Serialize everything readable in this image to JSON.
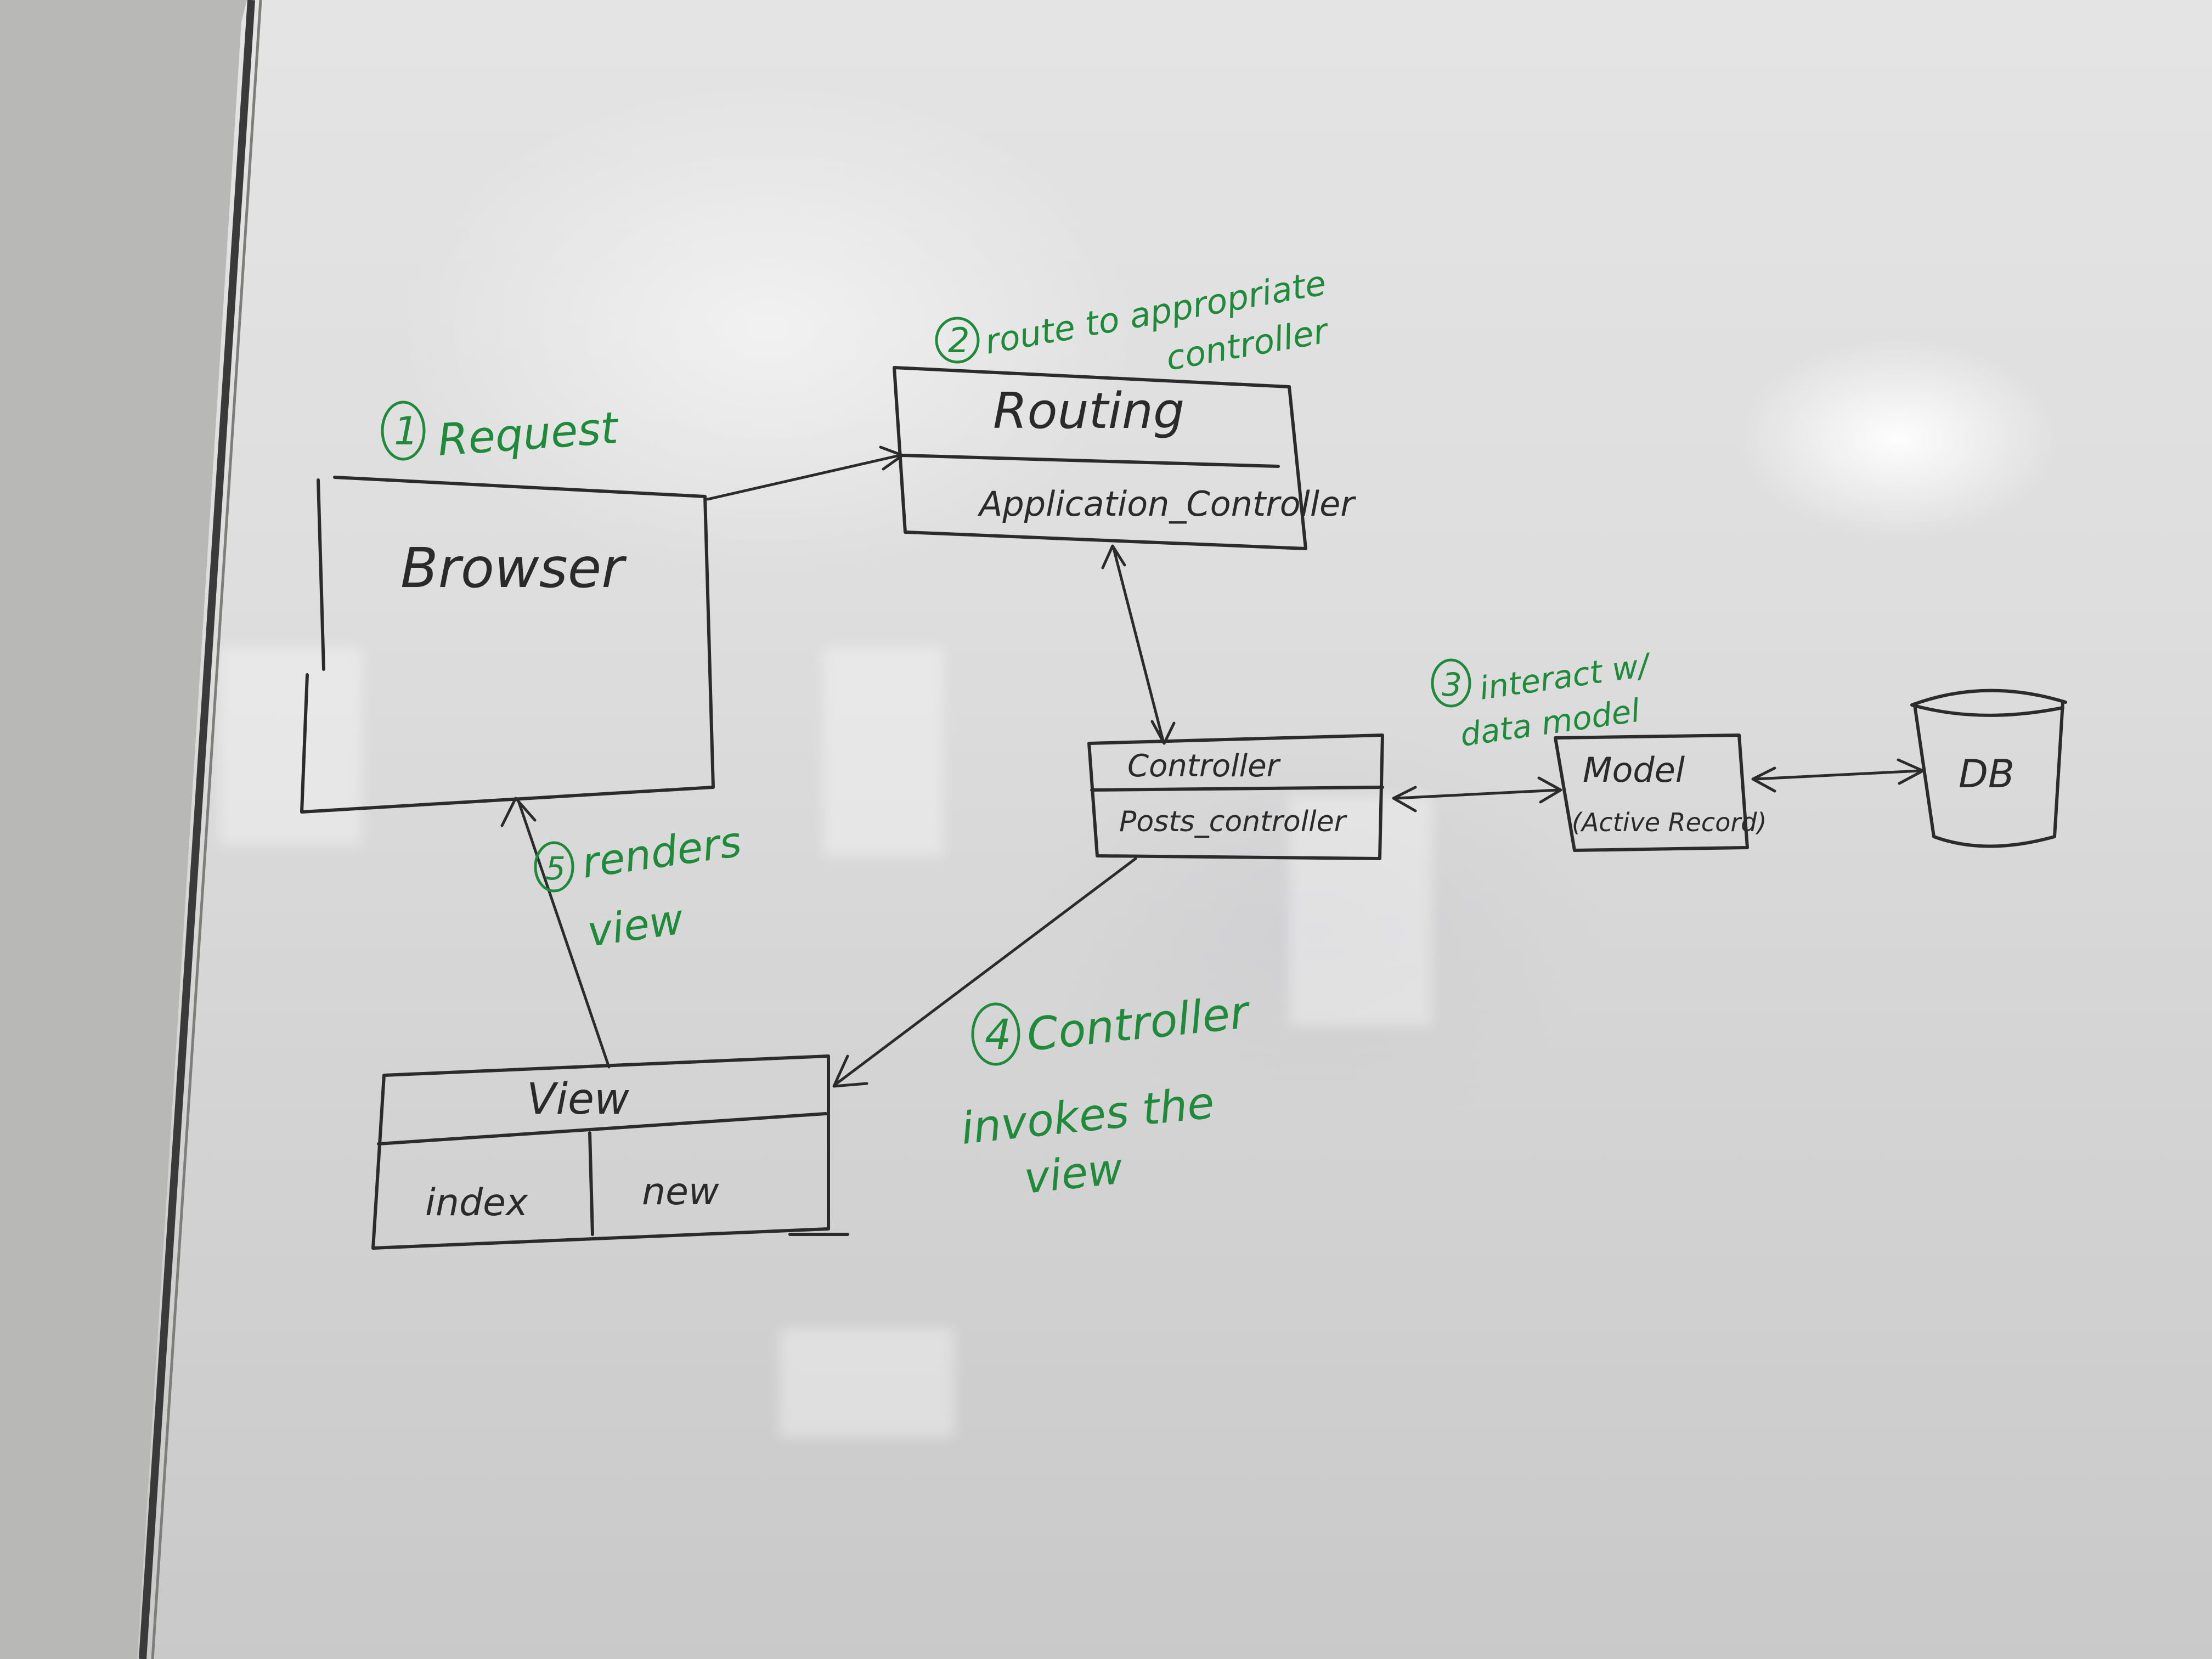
{
  "nodes": {
    "browser": {
      "label": "Browser"
    },
    "routing": {
      "label": "Routing",
      "sub_label": "Application_Controller"
    },
    "controller": {
      "label": "Controller",
      "sub_label": "Posts_controller"
    },
    "model": {
      "label": "Model",
      "sub_label": "(Active Record)"
    },
    "db": {
      "label": "DB"
    },
    "view": {
      "label": "View",
      "cells": [
        "index",
        "new"
      ]
    }
  },
  "steps": [
    {
      "number": "1",
      "lines": [
        "Request"
      ]
    },
    {
      "number": "2",
      "lines": [
        "route to appropriate",
        "controller"
      ]
    },
    {
      "number": "3",
      "lines": [
        "interact w/",
        "data model"
      ]
    },
    {
      "number": "4",
      "lines": [
        "Controller",
        "invokes the",
        "view"
      ]
    },
    {
      "number": "5",
      "lines": [
        "renders",
        "view"
      ]
    }
  ],
  "colors": {
    "ink": "#2b2b2b",
    "annotation": "#1f8a3a"
  }
}
